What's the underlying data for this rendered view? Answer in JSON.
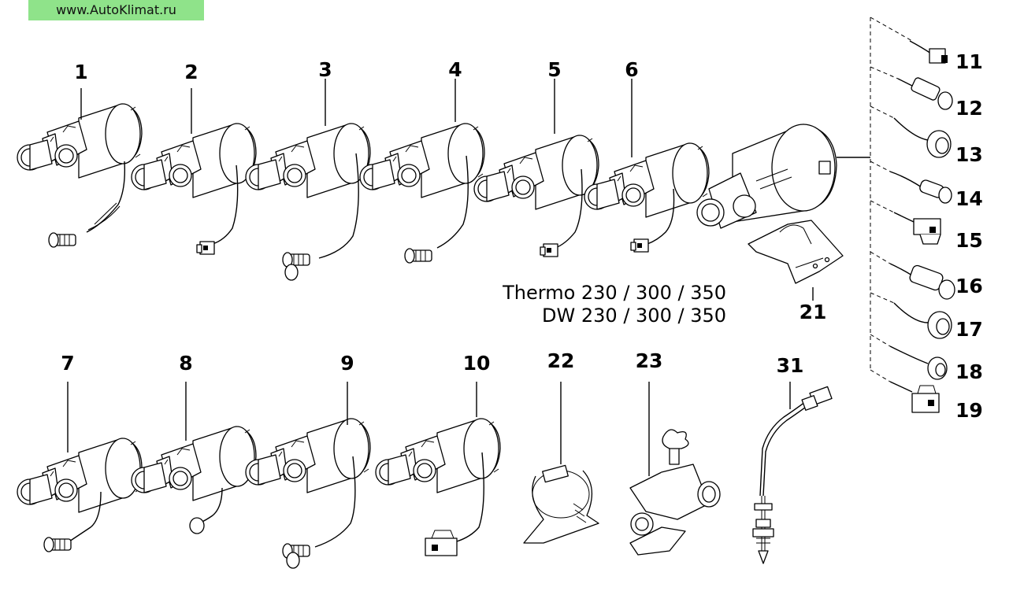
{
  "watermark": "www.AutoKlimat.ru",
  "model_lines": [
    "Thermo 230 / 300 / 350",
    "DW 230 / 300 / 350"
  ],
  "callouts": {
    "p1": "1",
    "p2": "2",
    "p3": "3",
    "p4": "4",
    "p5": "5",
    "p6": "6",
    "p7": "7",
    "p8": "8",
    "p9": "9",
    "p10": "10",
    "p11": "11",
    "p12": "12",
    "p13": "13",
    "p14": "14",
    "p15": "15",
    "p16": "16",
    "p17": "17",
    "p18": "18",
    "p19": "19",
    "p21": "21",
    "p22": "22",
    "p23": "23",
    "p31": "31"
  }
}
